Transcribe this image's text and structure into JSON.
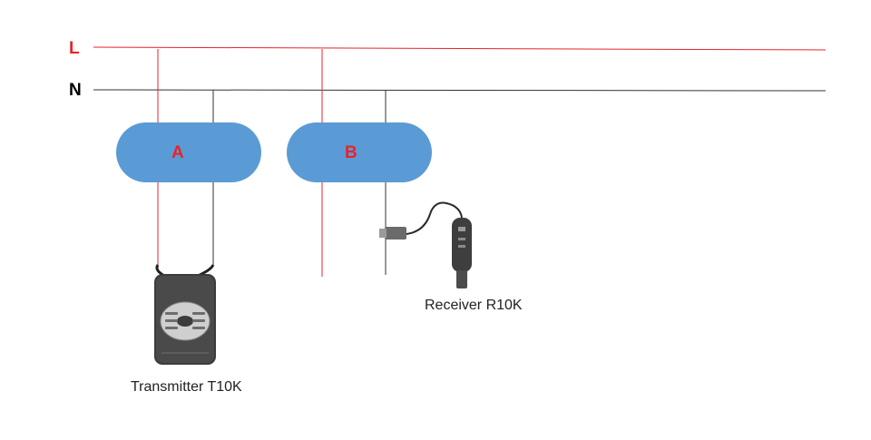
{
  "lines": {
    "live_label": "L",
    "neutral_label": "N"
  },
  "loads": {
    "a_label": "A",
    "b_label": "B"
  },
  "devices": {
    "transmitter_caption": "Transmitter T10K",
    "receiver_caption": "Receiver R10K"
  },
  "colors": {
    "live": "#e8232a",
    "neutral": "#000000",
    "load": "#5b9bd5",
    "load_label": "#e8232a"
  },
  "icons": {
    "transmitter": "transmitter-device-icon",
    "receiver": "receiver-clamp-icon"
  }
}
